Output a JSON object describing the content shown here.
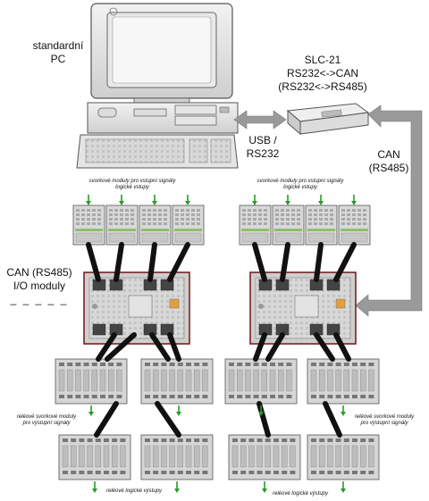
{
  "labels": {
    "pc_line1": "standardní",
    "pc_line2": "PC",
    "slc_line1": "SLC-21",
    "slc_line2": "RS232<->CAN",
    "slc_line3": "(RS232<->RS485)",
    "usb_line1": "USB /",
    "usb_line2": "RS232",
    "can_line1": "CAN",
    "can_line2": "(RS485)",
    "io_line1": "CAN (RS485)",
    "io_line2": "I/O moduly",
    "io_dashes": "_ _ _ _ _",
    "input_left_line1": "svorkové moduly pro vstupní signály",
    "input_left_line2": "logické vstupy",
    "input_right_line1": "svorkové moduly pro vstupní signály",
    "input_right_line2": "logické vstupy",
    "relay_left_line1": "reléové svorkové moduly",
    "relay_left_line2": "pro výstupní signály",
    "relay_right_line1": "reléové svorkové moduly",
    "relay_right_line2": "pro výstupní signály",
    "bottom_left": "reléové logické výstupy",
    "bottom_right": "reléové logické výstupy"
  },
  "colors": {
    "arrow_gray": "#9a9a9a",
    "arrow_green": "#2a9a2a",
    "cable": "#111111",
    "module_frame": "#7a2020"
  }
}
